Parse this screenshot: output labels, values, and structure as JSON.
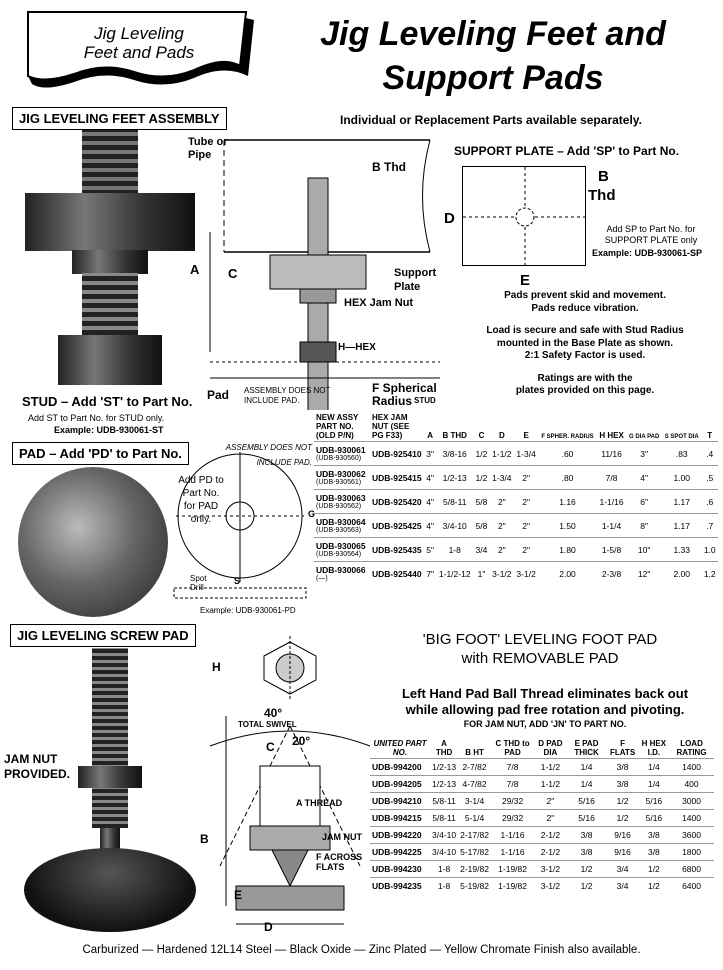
{
  "banner": {
    "line1": "Jig Leveling",
    "line2": "Feet and Pads"
  },
  "title": {
    "line1": "Jig Leveling Feet and",
    "line2": "Support Pads"
  },
  "assembly": {
    "heading": "JIG LEVELING FEET ASSEMBLY",
    "individual_note": "Individual or Replacement Parts available separately.",
    "tube_label": "Tube or Pipe",
    "b_thd": "B Thd",
    "a_label": "A",
    "c_label": "C",
    "support_plate_label": "Support Plate",
    "hex_jam_nut": "HEX Jam Nut",
    "h_hex": "H—HEX",
    "pad_label": "Pad",
    "assembly_note": "ASSEMBLY DOES NOT INCLUDE PAD.",
    "spherical": "F Spherical Radius",
    "stud_word": "STUD"
  },
  "stud": {
    "heading": "STUD – Add 'ST' to Part No.",
    "note": "Add ST to Part No. for STUD only.",
    "example": "Example:  UDB-930061-ST"
  },
  "support_plate": {
    "heading": "SUPPORT PLATE – Add 'SP' to Part No.",
    "b": "B",
    "thd": "Thd",
    "d": "D",
    "e": "E",
    "note": "Add SP to Part No. for SUPPORT PLATE only",
    "example": "Example:  UDB-930061-SP"
  },
  "info": {
    "line1": "Pads prevent skid and movement.",
    "line2": "Pads reduce vibration.",
    "line3": "Load is secure and safe with Stud Radius",
    "line4": "mounted in the Base Plate as shown.",
    "line5": "2:1 Safety Factor is used.",
    "line6": "Ratings are with the",
    "line7": "plates provided on this page."
  },
  "pad": {
    "heading": "PAD – Add 'PD' to Part No.",
    "assembly_note": "ASSEMBLY DOES NOT INCLUDE PAD.",
    "add_note": "Add PD to Part No. for PAD only.",
    "spot_drill": "Spot Drill",
    "s": "S",
    "g": "G",
    "example": "Example:  UDB-930061-PD"
  },
  "table1": {
    "headers": [
      "NEW ASSY PART NO. (OLD P/N)",
      "HEX JAM NUT (SEE PG F33)",
      "A",
      "B THD",
      "C",
      "D",
      "E",
      "F SPHER. RADIUS",
      "H HEX",
      "G DIA PAD",
      "S SPOT DIA",
      "T"
    ],
    "rows": [
      {
        "pn": "UDB-930061",
        "old": "(UDB-930560)",
        "nut": "UDB-925410",
        "a": "3\"",
        "b": "3/8-16",
        "c": "1/2",
        "d": "1-1/2",
        "e": "1-3/4",
        "f": ".60",
        "h": "11/16",
        "g": "3\"",
        "s": ".83",
        "t": ".4"
      },
      {
        "pn": "UDB-930062",
        "old": "(UDB-930561)",
        "nut": "UDB-925415",
        "a": "4\"",
        "b": "1/2-13",
        "c": "1/2",
        "d": "1-3/4",
        "e": "2\"",
        "f": ".80",
        "h": "7/8",
        "g": "4\"",
        "s": "1.00",
        "t": ".5"
      },
      {
        "pn": "UDB-930063",
        "old": "(UDB-930562)",
        "nut": "UDB-925420",
        "a": "4\"",
        "b": "5/8-11",
        "c": "5/8",
        "d": "2\"",
        "e": "2\"",
        "f": "1.16",
        "h": "1-1/16",
        "g": "6\"",
        "s": "1.17",
        "t": ".6"
      },
      {
        "pn": "UDB-930064",
        "old": "(UDB-930563)",
        "nut": "UDB-925425",
        "a": "4\"",
        "b": "3/4-10",
        "c": "5/8",
        "d": "2\"",
        "e": "2\"",
        "f": "1.50",
        "h": "1-1/4",
        "g": "8\"",
        "s": "1.17",
        "t": ".7"
      },
      {
        "pn": "UDB-930065",
        "old": "(UDB-930564)",
        "nut": "UDB-925435",
        "a": "5\"",
        "b": "1-8",
        "c": "3/4",
        "d": "2\"",
        "e": "2\"",
        "f": "1.80",
        "h": "1-5/8",
        "g": "10\"",
        "s": "1.33",
        "t": "1.0"
      },
      {
        "pn": "UDB-930066",
        "old": "(—)",
        "nut": "UDB-925440",
        "a": "7\"",
        "b": "1-1/2-12",
        "c": "1\"",
        "d": "3-1/2",
        "e": "3-1/2",
        "f": "2.00",
        "h": "2-3/8",
        "g": "12\"",
        "s": "2.00",
        "t": "1.2"
      }
    ]
  },
  "screw_pad": {
    "heading": "JIG LEVELING SCREW PAD",
    "jam_nut": "JAM NUT PROVIDED.",
    "angle40": "40°",
    "total_swivel": "TOTAL SWIVEL",
    "angle20": "20°",
    "h": "H",
    "c": "C",
    "a_thread": "A THREAD",
    "b": "B",
    "jam_nut_label": "JAM NUT",
    "f_flats": "F ACROSS FLATS",
    "e": "E",
    "d": "D"
  },
  "bigfoot": {
    "title1": "'BIG FOOT' LEVELING FOOT PAD",
    "title2": "with REMOVABLE PAD",
    "desc1": "Left Hand Pad Ball Thread eliminates back out",
    "desc2": "while allowing pad free rotation and pivoting.",
    "desc3": "FOR JAM NUT, ADD 'JN' TO PART NO."
  },
  "table2": {
    "headers": [
      "UNITED PART NO.",
      "A THD",
      "B HT",
      "C THD to PAD",
      "D PAD DIA",
      "E PAD THICK",
      "F FLATS",
      "H HEX I.D.",
      "LOAD RATING"
    ],
    "rows": [
      [
        "UDB-994200",
        "1/2-13",
        "2-7/82",
        "7/8",
        "1-1/2",
        "1/4",
        "3/8",
        "1/4",
        "1400"
      ],
      [
        "UDB-994205",
        "1/2-13",
        "4-7/82",
        "7/8",
        "1-1/2",
        "1/4",
        "3/8",
        "1/4",
        "400"
      ],
      [
        "UDB-994210",
        "5/8-11",
        "3-1/4",
        "29/32",
        "2\"",
        "5/16",
        "1/2",
        "5/16",
        "3000"
      ],
      [
        "UDB-994215",
        "5/8-11",
        "5-1/4",
        "29/32",
        "2\"",
        "5/16",
        "1/2",
        "5/16",
        "1400"
      ],
      [
        "UDB-994220",
        "3/4-10",
        "2-17/82",
        "1-1/16",
        "2-1/2",
        "3/8",
        "9/16",
        "3/8",
        "3600"
      ],
      [
        "UDB-994225",
        "3/4-10",
        "5-17/82",
        "1-1/16",
        "2-1/2",
        "3/8",
        "9/16",
        "3/8",
        "1800"
      ],
      [
        "UDB-994230",
        "1-8",
        "2-19/82",
        "1-19/82",
        "3-1/2",
        "1/2",
        "3/4",
        "1/2",
        "6800"
      ],
      [
        "UDB-994235",
        "1-8",
        "5-19/82",
        "1-19/82",
        "3-1/2",
        "1/2",
        "3/4",
        "1/2",
        "6400"
      ]
    ]
  },
  "footer": "Carburized — Hardened 12L14 Steel — Black Oxide — Zinc Plated — Yellow Chromate Finish also available."
}
